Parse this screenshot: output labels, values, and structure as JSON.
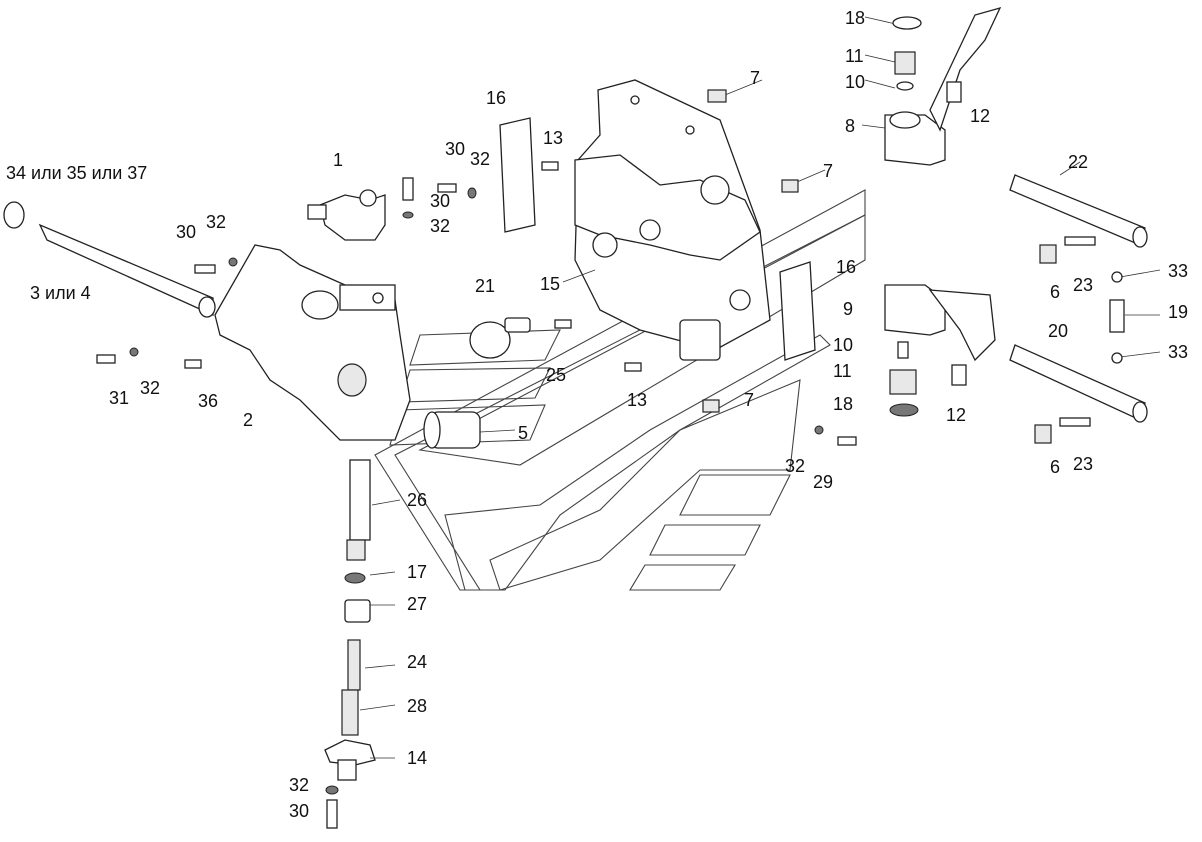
{
  "diagram": {
    "labels": [
      {
        "id": "l18a",
        "text": "18"
      },
      {
        "id": "l11a",
        "text": "11"
      },
      {
        "id": "l10a",
        "text": "10"
      },
      {
        "id": "l8",
        "text": "8"
      },
      {
        "id": "l12a",
        "text": "12"
      },
      {
        "id": "l7a",
        "text": "7"
      },
      {
        "id": "l16a",
        "text": "16"
      },
      {
        "id": "l13a",
        "text": "13"
      },
      {
        "id": "l30a",
        "text": "30"
      },
      {
        "id": "l32a",
        "text": "32"
      },
      {
        "id": "l30b",
        "text": "30"
      },
      {
        "id": "l1",
        "text": "1"
      },
      {
        "id": "l34",
        "text": "34 или 35 или 37"
      },
      {
        "id": "l30c",
        "text": "30"
      },
      {
        "id": "l32b",
        "text": "32"
      },
      {
        "id": "l32c",
        "text": "32"
      },
      {
        "id": "l7b",
        "text": "7"
      },
      {
        "id": "l22",
        "text": "22"
      },
      {
        "id": "l3",
        "text": "3 или 4"
      },
      {
        "id": "l21",
        "text": "21"
      },
      {
        "id": "l15",
        "text": "15"
      },
      {
        "id": "l16b",
        "text": "16"
      },
      {
        "id": "l23a",
        "text": "23"
      },
      {
        "id": "l6a",
        "text": "6"
      },
      {
        "id": "l33a",
        "text": "33"
      },
      {
        "id": "l9",
        "text": "9"
      },
      {
        "id": "l19",
        "text": "19"
      },
      {
        "id": "l20",
        "text": "20"
      },
      {
        "id": "l10b",
        "text": "10"
      },
      {
        "id": "l33b",
        "text": "33"
      },
      {
        "id": "l31",
        "text": "31"
      },
      {
        "id": "l32d",
        "text": "32"
      },
      {
        "id": "l36",
        "text": "36"
      },
      {
        "id": "l25",
        "text": "25"
      },
      {
        "id": "l11b",
        "text": "11"
      },
      {
        "id": "l13b",
        "text": "13"
      },
      {
        "id": "l7c",
        "text": "7"
      },
      {
        "id": "l18b",
        "text": "18"
      },
      {
        "id": "l12b",
        "text": "12"
      },
      {
        "id": "l2",
        "text": "2"
      },
      {
        "id": "l5",
        "text": "5"
      },
      {
        "id": "l6b",
        "text": "6"
      },
      {
        "id": "l23b",
        "text": "23"
      },
      {
        "id": "l32e",
        "text": "32"
      },
      {
        "id": "l29",
        "text": "29"
      },
      {
        "id": "l26",
        "text": "26"
      },
      {
        "id": "l17",
        "text": "17"
      },
      {
        "id": "l27",
        "text": "27"
      },
      {
        "id": "l24",
        "text": "24"
      },
      {
        "id": "l28",
        "text": "28"
      },
      {
        "id": "l14",
        "text": "14"
      },
      {
        "id": "l32f",
        "text": "32"
      },
      {
        "id": "l30d",
        "text": "30"
      }
    ]
  }
}
